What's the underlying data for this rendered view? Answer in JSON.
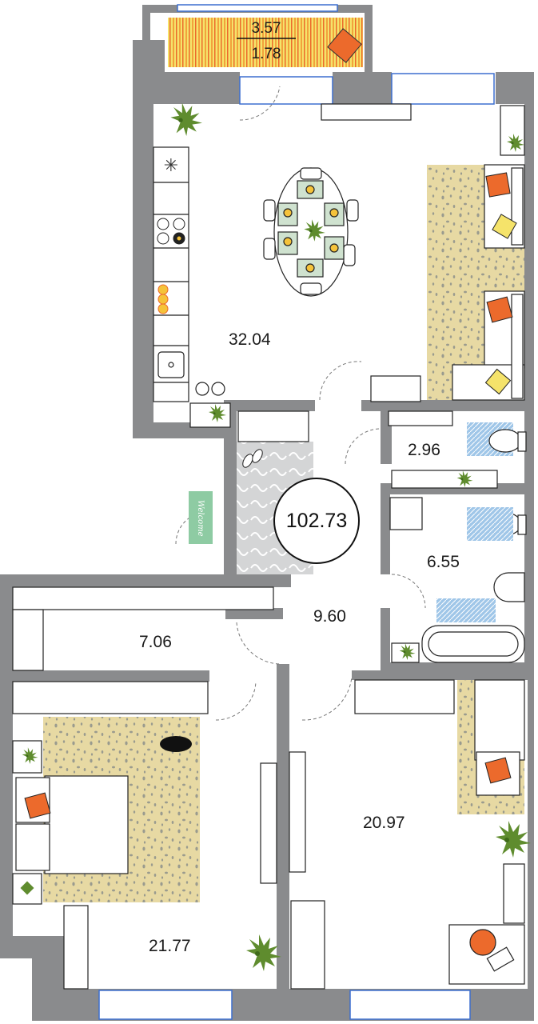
{
  "plan": {
    "total_area": "102.73",
    "balcony": {
      "area": "3.57",
      "sub_area": "1.78"
    },
    "rooms": [
      {
        "id": "living-kitchen",
        "area": "32.04"
      },
      {
        "id": "wc",
        "area": "2.96"
      },
      {
        "id": "bathroom",
        "area": "6.55"
      },
      {
        "id": "hall",
        "area": "9.60"
      },
      {
        "id": "wardrobe",
        "area": "7.06"
      },
      {
        "id": "bedroom-left",
        "area": "21.77"
      },
      {
        "id": "bedroom-right",
        "area": "20.97"
      }
    ],
    "doormat_text": "Welcome"
  },
  "colors": {
    "wall": "#8a8b8d",
    "floor": "#ffffff",
    "rug": "#e7d9a3",
    "balcony_stripe_orange": "#f2a23c",
    "balcony_stripe_yellow": "#f5e36a",
    "window": "#3d6fcf",
    "plant": "#5f8c2e",
    "accent_orange": "#ec6a2c",
    "bath_mat": "#9fc6e8",
    "doormat": "#8ecba3",
    "hall_tile": "#d4d5d6"
  },
  "icons": [
    "plant-icon",
    "table-icon",
    "chair-icon",
    "sofa-icon",
    "pillow-icon",
    "bed-icon",
    "bath-icon",
    "toilet-icon",
    "sink-icon",
    "stove-icon",
    "wardrobe-icon",
    "cat-icon",
    "desk-icon",
    "laptop-icon",
    "slippers-icon",
    "washer-icon"
  ]
}
